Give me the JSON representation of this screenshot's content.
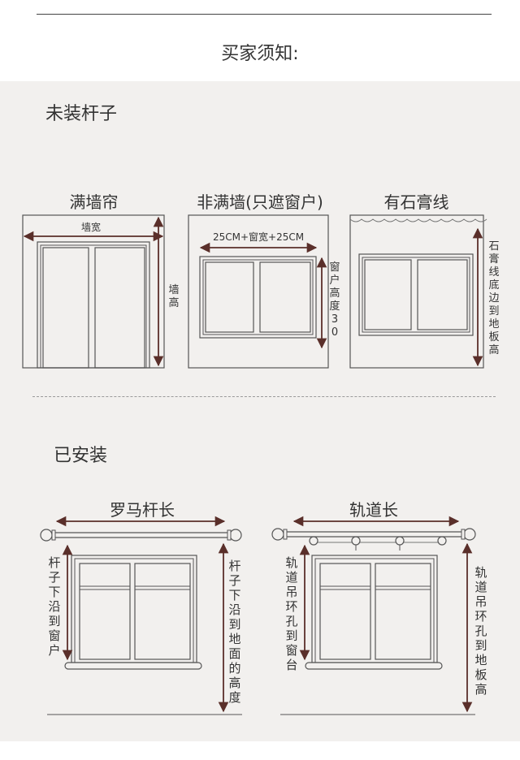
{
  "header": {
    "title": "买家须知:"
  },
  "section1": {
    "heading": "未装杆子",
    "diagrams": [
      {
        "title": "满墙帘",
        "width_label": "墙宽",
        "height_label": "墙高"
      },
      {
        "title": "非满墙(只遮窗户)",
        "width_label": "25CM+窗宽+25CM",
        "height_label": "窗户高度30"
      },
      {
        "title": "有石膏线",
        "height_label": "石膏线底边到地板高"
      }
    ]
  },
  "section2": {
    "heading": "已安装",
    "diagrams": [
      {
        "title": "罗马杆长",
        "left_label": "杆子下沿到窗户",
        "right_label": "杆子下沿到地面的高度"
      },
      {
        "title": "轨道长",
        "left_label": "轨道吊环孔到窗台",
        "right_label": "轨道吊环孔到地板高"
      }
    ]
  },
  "colors": {
    "frame": "#555555",
    "arrow": "#5a2f2a",
    "panel": "#f2f0ee"
  }
}
